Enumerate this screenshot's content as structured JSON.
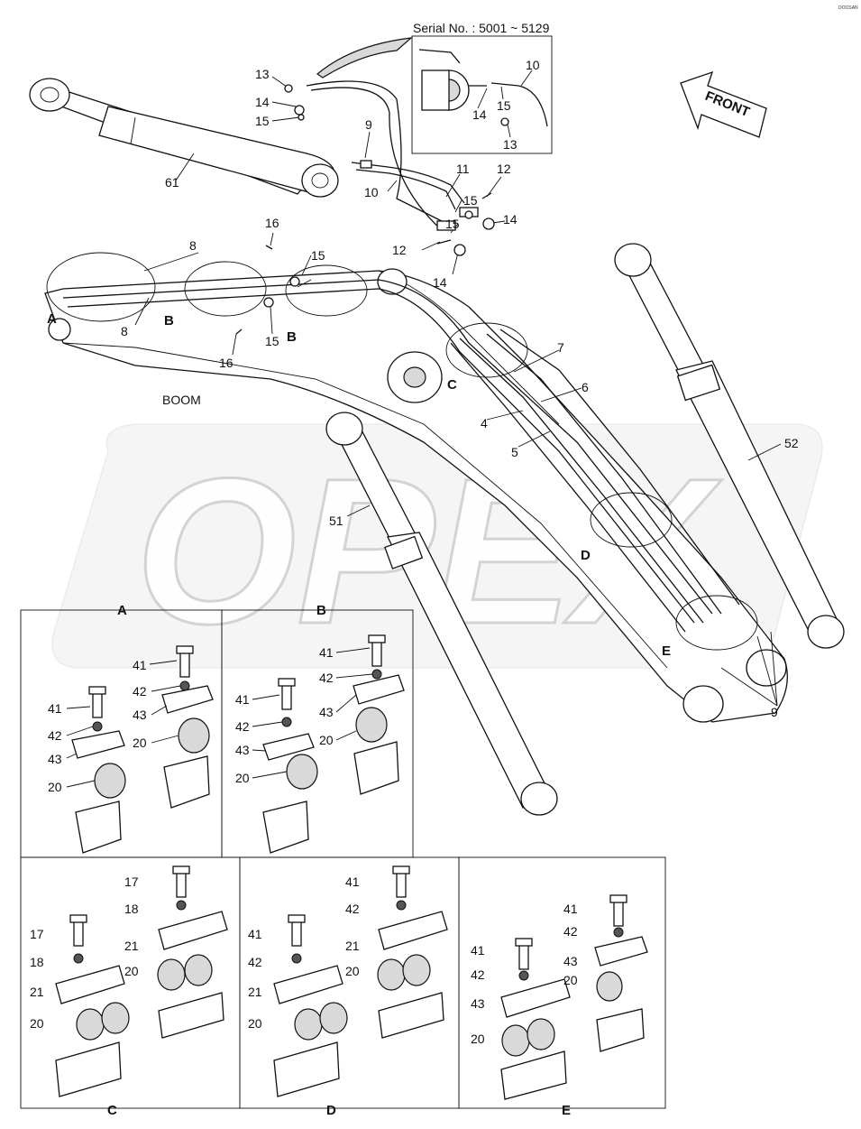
{
  "serial": "Serial No. : 5001 ~ 5129",
  "corner_mark": "DOOSAN",
  "watermark": "OPEX",
  "labels": {
    "front": "FRONT",
    "boom": "BOOM"
  },
  "markers": {
    "A": "A",
    "B": "B",
    "C": "C",
    "D": "D",
    "E": "E"
  },
  "detail_titles": {
    "A": "A",
    "B": "B",
    "C": "C",
    "D": "D",
    "E": "E"
  },
  "callouts": [
    "61",
    "13",
    "14",
    "15",
    "9",
    "10",
    "11",
    "12",
    "15",
    "14",
    "15",
    "12",
    "14",
    "16",
    "8",
    "15",
    "8",
    "15",
    "16",
    "10",
    "14",
    "15",
    "13",
    "7",
    "6",
    "4",
    "5",
    "52",
    "51",
    "9"
  ],
  "detail_a": [
    "41",
    "42",
    "43",
    "20",
    "41",
    "42",
    "43",
    "20"
  ],
  "detail_b": [
    "41",
    "42",
    "43",
    "20",
    "41",
    "42",
    "43",
    "20"
  ],
  "detail_c": [
    "17",
    "18",
    "21",
    "20",
    "17",
    "18",
    "21",
    "20"
  ],
  "detail_d": [
    "41",
    "42",
    "21",
    "20",
    "41",
    "42",
    "21",
    "20"
  ],
  "detail_e": [
    "41",
    "42",
    "43",
    "20",
    "41",
    "42",
    "43",
    "20"
  ]
}
